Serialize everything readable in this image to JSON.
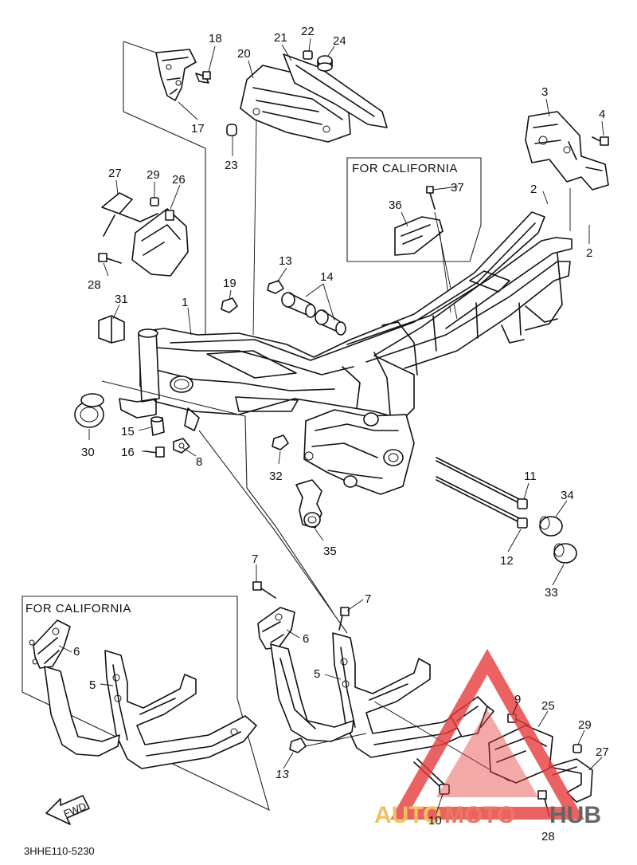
{
  "diagram_code": "3HHE110-5230",
  "fwd_label": "FWD",
  "boxes": {
    "california_top": "FOR CALIFORNIA",
    "california_bottom": "FOR CALIFORNIA"
  },
  "watermark": {
    "part1": "AUTO",
    "part2": "MOTO",
    "part3": "HUB",
    "colors": {
      "auto": "#f2b13a",
      "moto": "#e8553e",
      "hub": "#3f3f3f",
      "triangle": "#e63b3b"
    }
  },
  "callouts": {
    "c1": "1",
    "c2a": "2",
    "c2b": "2",
    "c3": "3",
    "c4": "4",
    "c5a": "5",
    "c5b": "5",
    "c6a": "6",
    "c6b": "6",
    "c7a": "7",
    "c7b": "7",
    "c8": "8",
    "c9": "9",
    "c10": "10",
    "c11": "11",
    "c12": "12",
    "c13a": "13",
    "c13b": "13",
    "c14": "14",
    "c15": "15",
    "c16": "16",
    "c17": "17",
    "c18": "18",
    "c19": "19",
    "c20": "20",
    "c21": "21",
    "c22": "22",
    "c23": "23",
    "c24": "24",
    "c25": "25",
    "c26": "26",
    "c27a": "27",
    "c27b": "27",
    "c28a": "28",
    "c28b": "28",
    "c29a": "29",
    "c29b": "29",
    "c30": "30",
    "c31": "31",
    "c32": "32",
    "c33": "33",
    "c34": "34",
    "c35": "35",
    "c36": "36",
    "c37": "37"
  }
}
